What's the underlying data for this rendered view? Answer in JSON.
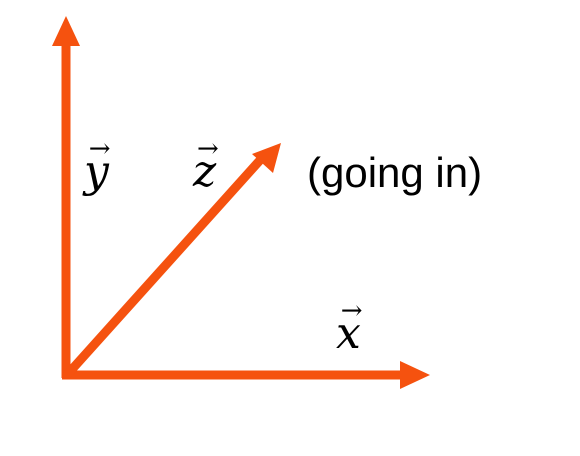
{
  "colors": {
    "arrow": "#F5520F",
    "text": "#000000",
    "background": "#FFFFFF"
  },
  "labels": {
    "y": {
      "symbol": "y",
      "accent": "→"
    },
    "z": {
      "symbol": "z",
      "accent": "→"
    },
    "x": {
      "symbol": "x",
      "accent": "→"
    },
    "z_note": "(going in)"
  }
}
